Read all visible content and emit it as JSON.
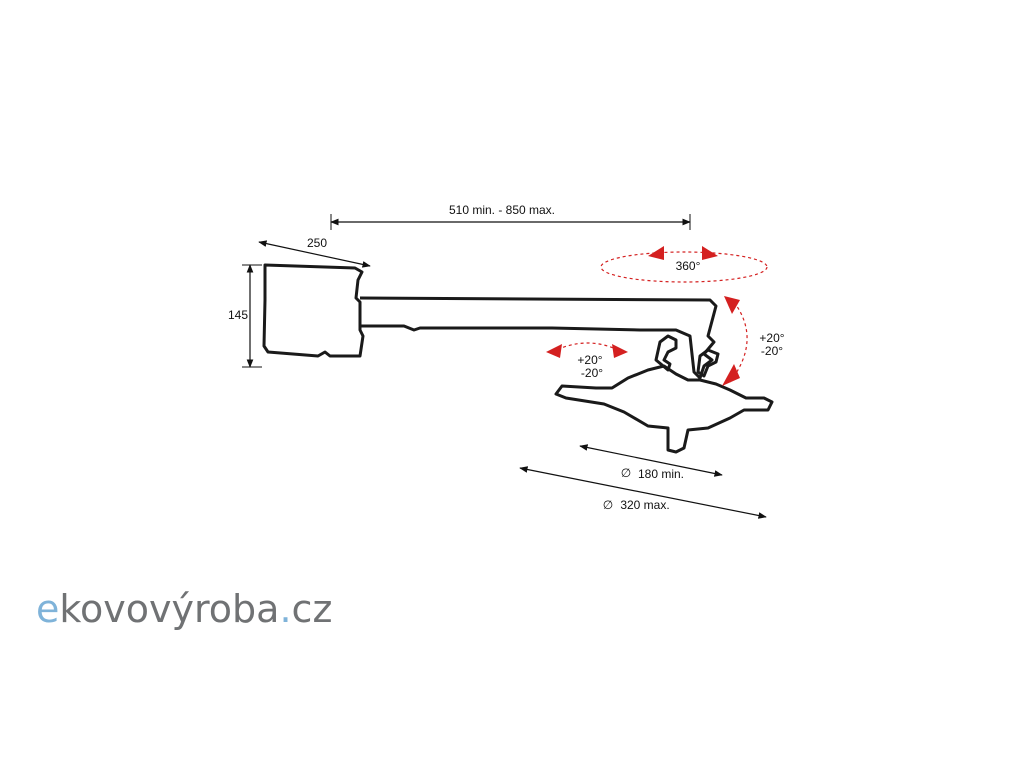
{
  "diagram": {
    "labels": {
      "arm_length": "510 min. - 850 max.",
      "base_width": "250",
      "base_height": "145",
      "swivel": "360°",
      "tilt_plus": "+20°",
      "tilt_minus": "-20°",
      "roll_plus": "+20°",
      "roll_minus": "-20°",
      "diameter_symbol": "∅",
      "min_diameter": "180 min.",
      "max_diameter": "320 max."
    },
    "colors": {
      "outline": "#1a1a1a",
      "arrow": "#d42020",
      "dashed": "#d42020"
    }
  },
  "logo": {
    "part1": "e",
    "part2": "kovovýroba",
    "part3": ".",
    "part4": "cz",
    "colors": {
      "light": "#7fb3d9",
      "dark": "#707274"
    }
  }
}
